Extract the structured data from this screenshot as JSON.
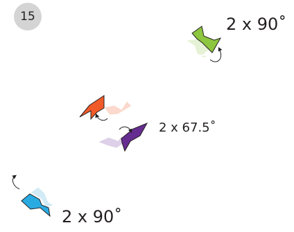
{
  "step": {
    "number": "15"
  },
  "rotations": [
    {
      "label": "2 x 90˚",
      "color": "#8dc63f",
      "ghost_color": "#e6f2d6"
    },
    {
      "label": "2 x 67.5˚",
      "color_a": "#f15a29",
      "ghost_a": "#fbd9cc",
      "color_b": "#662d91",
      "ghost_b": "#ddd0e8"
    },
    {
      "label": "2 x 90˚",
      "color": "#29abe2",
      "ghost_color": "#d2ebf6"
    }
  ],
  "icons": [
    "rotation-arrow-icon"
  ]
}
